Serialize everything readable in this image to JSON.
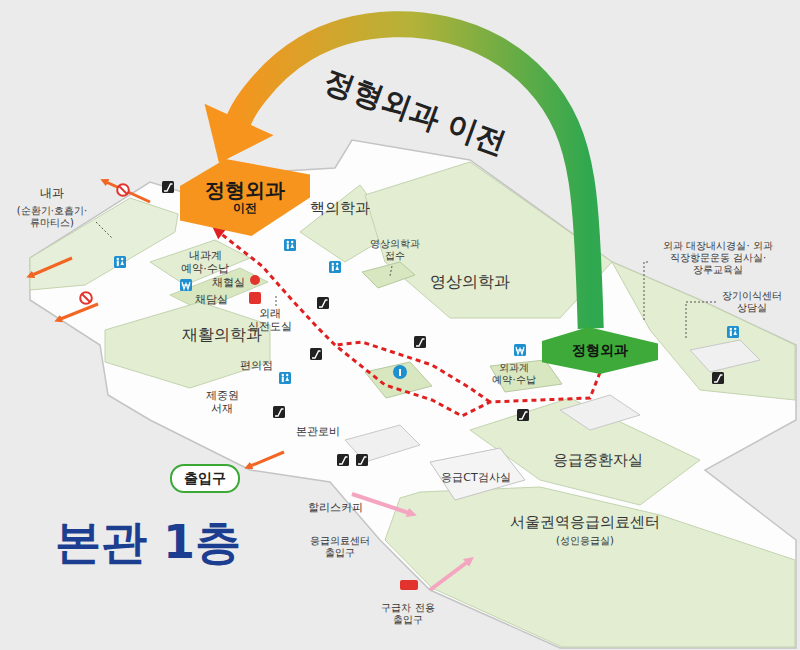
{
  "diagram": {
    "title": "본관 1층",
    "nodes": [
      {
        "text": [
          "정형외과",
          "이전"
        ]
      },
      {
        "text": [
          "정형외과"
        ]
      },
      {
        "text": [
          "출입구"
        ]
      }
    ],
    "edges": [
      {
        "from": 1,
        "to": 0,
        "arrow": "to",
        "label": "정형외과 이전"
      },
      {
        "from": 1,
        "to": 0,
        "arrow": "to"
      }
    ],
    "labels": [
      "내과",
      "(순환기·호흡기· 류마티스)",
      "핵의학과",
      "내과계 예약·수납",
      "채혈실",
      "채담실",
      "외래 심전도실",
      "재활의학과",
      "영상의학과 접수",
      "영상의학과",
      "외과 대장내시경실· 외과 직장항문운동 검사실· 장루교육실",
      "장기이식센터 상담실",
      "편의점",
      "외과계 예약·수납",
      "제중원 서재",
      "본관로비",
      "응급중환자실",
      "응급CT검사실",
      "할리스커피",
      "서울권역응급의료센터",
      "(성인응급실)",
      "응급의료센터 출입구",
      "구급차 전용 출입구"
    ]
  }
}
